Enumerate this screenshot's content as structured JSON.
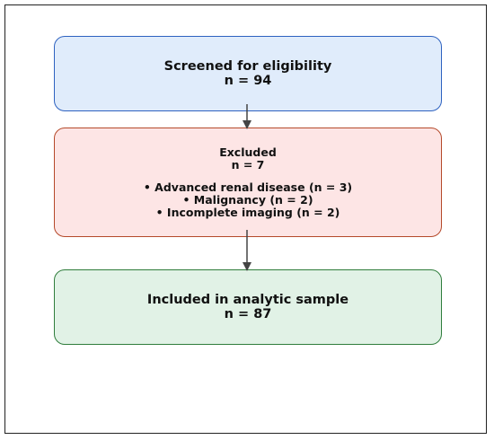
{
  "flowchart": {
    "screened": {
      "title": "Screened for eligibility",
      "count": "n = 94"
    },
    "excluded": {
      "title": "Excluded",
      "count": "n = 7",
      "reasons": [
        "• Advanced renal disease (n = 3)",
        "• Malignancy (n = 2)",
        "• Incomplete imaging (n = 2)"
      ]
    },
    "included": {
      "title": "Included in analytic sample",
      "count": "n = 87"
    }
  },
  "colors": {
    "screened_fill": "#e0ecfb",
    "screened_border": "#2e62c0",
    "excluded_fill": "#fde5e5",
    "excluded_border": "#b5492a",
    "included_fill": "#e1f2e6",
    "included_border": "#2f7d3c",
    "arrow": "#444444"
  }
}
